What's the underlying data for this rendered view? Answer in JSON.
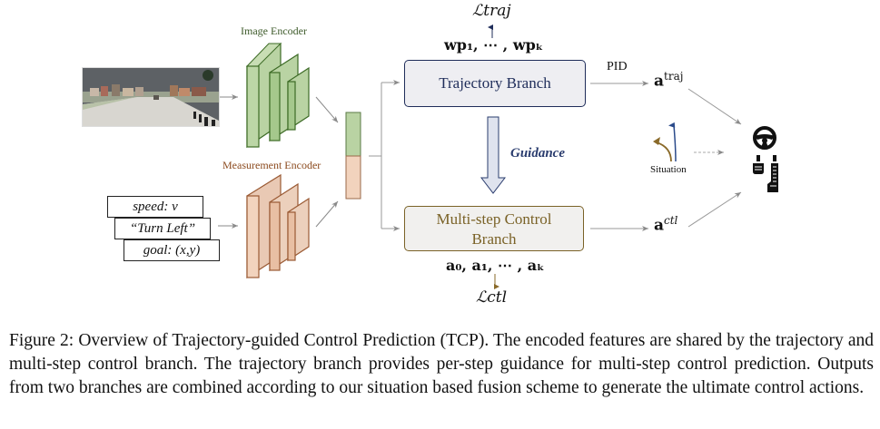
{
  "figure": {
    "image_encoder_label": "Image Encoder",
    "measurement_encoder_label": "Measurement Encoder",
    "camera_image_alt": "front-camera driving scene",
    "measurements": {
      "speed": "speed: v",
      "command": "“Turn Left”",
      "goal": "goal: (x,y)"
    },
    "trajectory_branch": {
      "label": "Trajectory Branch",
      "outputs": "wp₁, ⋯ , wpₖ",
      "loss": "ℒtraj"
    },
    "control_branch": {
      "label_line1": "Multi-step Control",
      "label_line2": "Branch",
      "outputs": "a₀, a₁, ⋯ , aₖ",
      "loss": "ℒctl"
    },
    "guidance_label": "Guidance",
    "pid_label": "PID",
    "a_traj": {
      "base": "a",
      "sup": "traj"
    },
    "a_ctl": {
      "base": "a",
      "sup": "ctl"
    },
    "situation_label": "Situation",
    "output_icons": [
      "steering-wheel-icon",
      "pedals-icon"
    ],
    "colors": {
      "image_encoder_fill": "#b9d3a3",
      "image_encoder_stroke": "#3d6b26",
      "measurement_encoder_fill": "#f2d3bd",
      "measurement_encoder_stroke": "#9a5a34",
      "trajectory": "#1f2d5a",
      "control": "#7a6227",
      "arrow_gray": "#999999"
    }
  },
  "caption": "Figure 2: Overview of Trajectory-guided Control Prediction (TCP). The encoded features are shared by the trajectory and multi-step control branch. The trajectory branch provides per-step guidance for multi-step control prediction. Outputs from two branches are combined according to our situation based fusion scheme to generate the ultimate control actions."
}
